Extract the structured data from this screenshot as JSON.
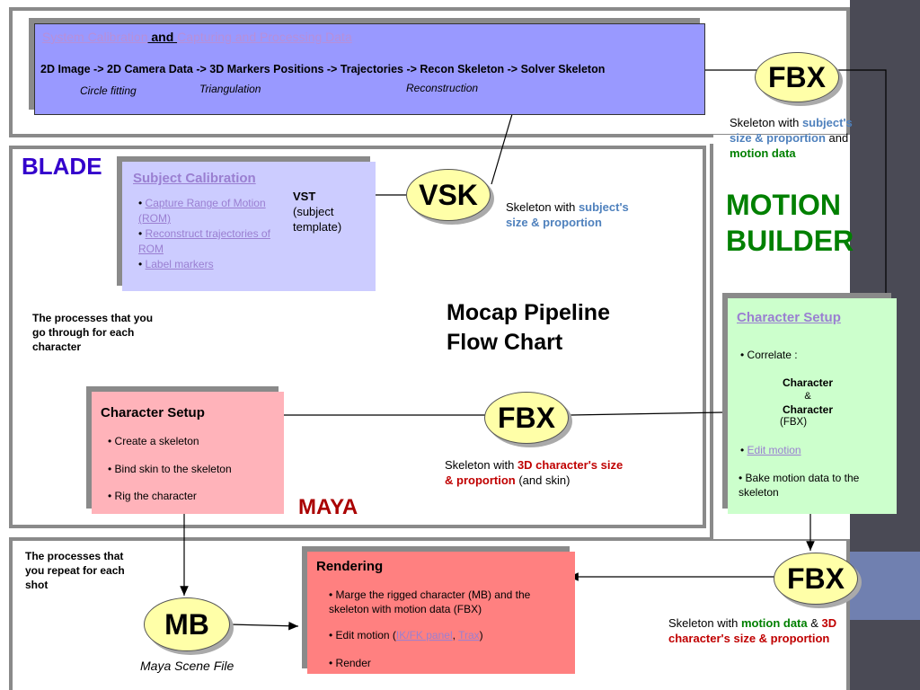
{
  "top": {
    "title_part1": "System Calibration",
    "title_and": " and ",
    "title_part2": "Capturing and Processing Data",
    "pipeline": "2D Image -> 2D Camera Data -> 3D Markers Positions -> Trajectories -> Recon Skeleton -> Solver Skeleton",
    "step_circle": "Circle fitting",
    "step_triangulation": "Triangulation",
    "step_reconstruction": "Reconstruction"
  },
  "fbx_top": {
    "label": "FBX",
    "caption_prefix": "Skeleton with ",
    "caption_highlight": "subject's size & proportion",
    "caption_and": " and ",
    "caption_highlight2": "motion data"
  },
  "blade": {
    "label": "BLADE",
    "subject_calibration": {
      "title": "Subject Calibration",
      "items": [
        "Capture Range of Motion (ROM)",
        "Reconstruct trajectories of ROM",
        "Label markers"
      ],
      "vst_title": "VST",
      "vst_sub": "(subject template)"
    }
  },
  "vsk": {
    "label": "VSK",
    "caption_prefix": "Skeleton with ",
    "caption_highlight": "subject's size & proportion"
  },
  "motion_builder": {
    "label_line1": "MOTION",
    "label_line2": "BUILDER",
    "character_setup": {
      "title": "Character Setup",
      "correlate": "Correlate :",
      "character1": "Character",
      "amp": "&",
      "character2": "Character",
      "fbx_note": "(FBX)",
      "edit_motion": "Edit motion",
      "bake": "Bake motion data to the skeleton"
    }
  },
  "main_title": {
    "line1": "Mocap Pipeline",
    "line2": "Flow Chart"
  },
  "note_character": "The processes that you go through for each character",
  "note_shot": "The processes that you repeat for each shot",
  "maya": {
    "label": "MAYA",
    "character_setup": {
      "title": "Character Setup",
      "items": [
        "Create a skeleton",
        "Bind skin to the skeleton",
        "Rig the character"
      ]
    }
  },
  "fbx_mid": {
    "label": "FBX",
    "caption_prefix": "Skeleton with ",
    "caption_highlight": "3D character's size & proportion",
    "caption_suffix": " (and skin)"
  },
  "fbx_bottom": {
    "label": "FBX",
    "caption_prefix": "Skeleton with ",
    "caption_highlight": "motion data",
    "caption_amp": " & ",
    "caption_highlight2": "3D character's size & proportion"
  },
  "rendering": {
    "title": "Rendering",
    "item1": "Marge the rigged character (MB) and the skeleton with motion data (FBX)",
    "item2_prefix": "Edit motion (",
    "item2_link1": "IK/FK panel",
    "item2_sep": ", ",
    "item2_link2": "Trax",
    "item2_suffix": ")",
    "item3": "Render"
  },
  "mb": {
    "label": "MB",
    "caption": "Maya Scene File"
  },
  "colors": {
    "top_box": "#9999ff",
    "subject_box": "#ccccff",
    "character_box_mb": "#ccffcc",
    "character_box_maya": "#ffb3ba",
    "rendering_box": "#ff8080",
    "ellipse": "#ffffa8",
    "blade_label": "#3300cc",
    "motionbuilder_label": "#008000",
    "maya_label": "#aa0000"
  }
}
